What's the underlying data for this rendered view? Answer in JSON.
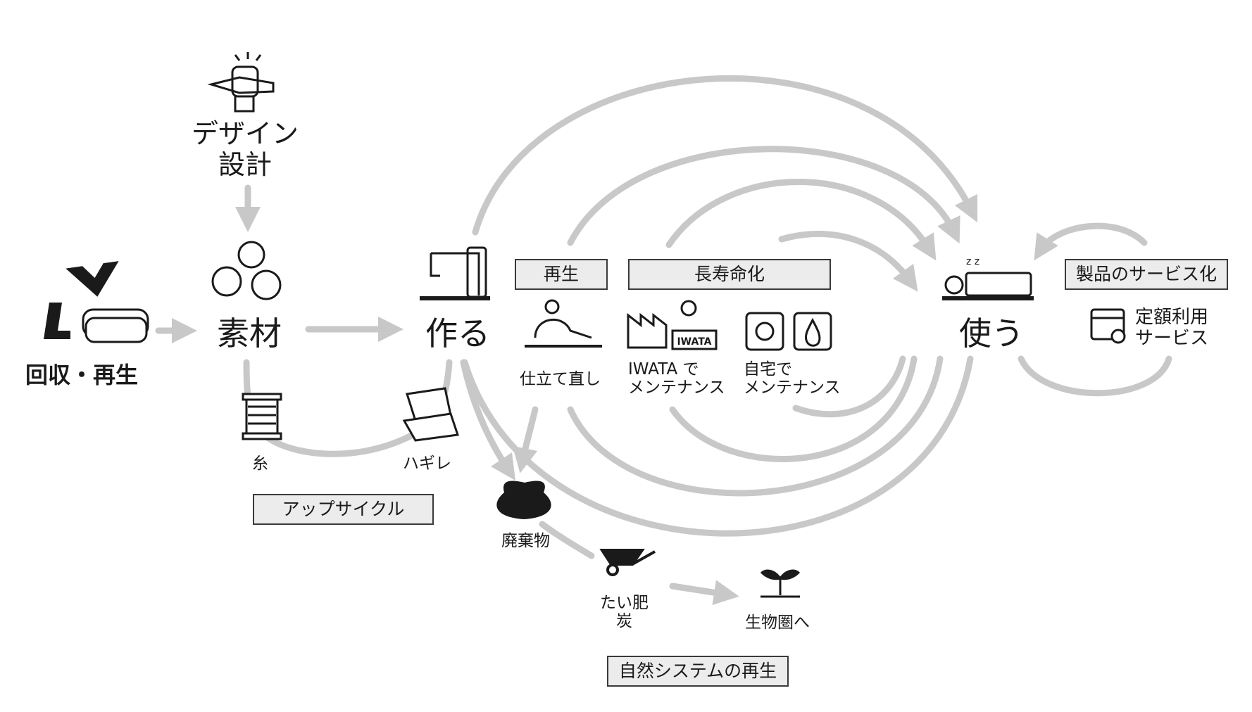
{
  "nodes": {
    "design": [
      "デザイン",
      "設計"
    ],
    "material": "素材",
    "make": "作る",
    "use": "使う",
    "collect": "回収・再生",
    "thread": "糸",
    "scraps": "ハギレ",
    "tailor": "仕立て直し",
    "iwata_maint": [
      "IWATA で",
      "メンテナンス"
    ],
    "home_maint": [
      "自宅で",
      "メンテナンス"
    ],
    "waste": "廃棄物",
    "compost": [
      "たい肥",
      "炭"
    ],
    "biosphere": "生物圏へ",
    "subscription": [
      "定額利用",
      "サービス"
    ]
  },
  "boxes": {
    "regen": "再生",
    "longevity": "長寿命化",
    "servitization": "製品のサービス化",
    "upcycle": "アップサイクル",
    "natural": "自然システムの再生"
  },
  "icon_labels": {
    "iwata_sign": "IWATA",
    "sleep_z": "z z"
  },
  "colors": {
    "flow": "#c8c8c8",
    "ink": "#1a1a1a",
    "box_fill": "#ececec"
  }
}
